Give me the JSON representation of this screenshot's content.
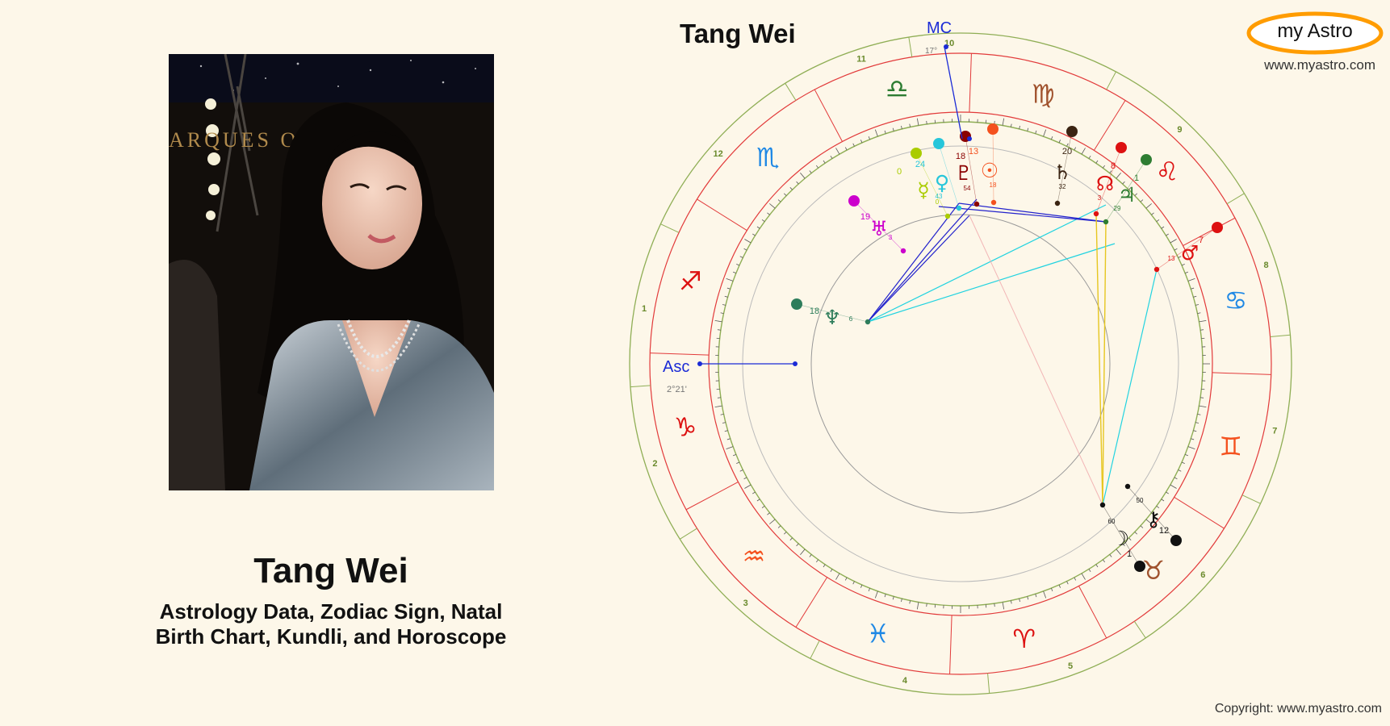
{
  "person": {
    "name": "Tang Wei",
    "subtitle_line1": "Astrology Data, Zodiac Sign, Natal",
    "subtitle_line2": "Birth Chart, Kundli, and Horoscope"
  },
  "header": {
    "chart_title": "Tang Wei",
    "logo_text": "my Astro",
    "site_url": "www.myastro.com"
  },
  "footer": {
    "copyright": "Copyright: www.myastro.com"
  },
  "photo": {
    "backdrop_text": "ARQUES OF AN"
  },
  "chart": {
    "asc_label": "Asc",
    "asc_degree": "2°21'",
    "mc_label": "MC",
    "mc_degree": "17°",
    "signs": [
      {
        "name": "libra",
        "glyph": "♎",
        "color": "#2e7d32"
      },
      {
        "name": "virgo",
        "glyph": "♍",
        "color": "#a0522d"
      },
      {
        "name": "leo",
        "glyph": "♌",
        "color": "#dd1111"
      },
      {
        "name": "cancer",
        "glyph": "♋",
        "color": "#1e88e5"
      },
      {
        "name": "gemini",
        "glyph": "♊",
        "color": "#f4511e"
      },
      {
        "name": "taurus",
        "glyph": "♉",
        "color": "#a0522d"
      },
      {
        "name": "aries",
        "glyph": "♈",
        "color": "#dd1111"
      },
      {
        "name": "pisces",
        "glyph": "♓",
        "color": "#1e88e5"
      },
      {
        "name": "aquarius",
        "glyph": "♒",
        "color": "#f4511e"
      },
      {
        "name": "capricorn",
        "glyph": "♑",
        "color": "#dd1111"
      },
      {
        "name": "sagittarius",
        "glyph": "♐",
        "color": "#dd1111"
      },
      {
        "name": "scorpio",
        "glyph": "♏",
        "color": "#1e88e5"
      }
    ],
    "houses": [
      "10",
      "9",
      "8",
      "7",
      "6",
      "5",
      "4",
      "3",
      "2",
      "1",
      "12",
      "11"
    ],
    "planets": [
      {
        "name": "sun",
        "glyph": "☉",
        "color": "#f4511e",
        "degree": "13",
        "minute": "18"
      },
      {
        "name": "pluto",
        "glyph": "♇",
        "color": "#8b0000",
        "degree": "18",
        "minute": "54"
      },
      {
        "name": "venus",
        "glyph": "♀",
        "color": "#26c6da",
        "degree": "24",
        "minute": "43"
      },
      {
        "name": "mercury",
        "glyph": "☿",
        "color": "#aacc00",
        "degree": "0",
        "minute": "0"
      },
      {
        "name": "uranus",
        "glyph": "♅",
        "color": "#cc00cc",
        "degree": "19",
        "minute": "3"
      },
      {
        "name": "neptune",
        "glyph": "♆",
        "color": "#2e7d5b",
        "degree": "18",
        "minute": "6"
      },
      {
        "name": "saturn",
        "glyph": "♄",
        "color": "#3b2412",
        "degree": "20",
        "minute": "32"
      },
      {
        "name": "north-node",
        "glyph": "☊",
        "color": "#dd1111",
        "degree": "8",
        "minute": "3"
      },
      {
        "name": "jupiter",
        "glyph": "♃",
        "color": "#2e7d32",
        "degree": "1",
        "minute": "29"
      },
      {
        "name": "mars",
        "glyph": "♂",
        "color": "#dd1111",
        "degree": "7",
        "minute": "13"
      },
      {
        "name": "chiron",
        "glyph": "⚷",
        "color": "#111111",
        "degree": "12",
        "minute": "50"
      },
      {
        "name": "moon",
        "glyph": "☽",
        "color": "#111111",
        "degree": "1",
        "minute": "60"
      }
    ]
  }
}
